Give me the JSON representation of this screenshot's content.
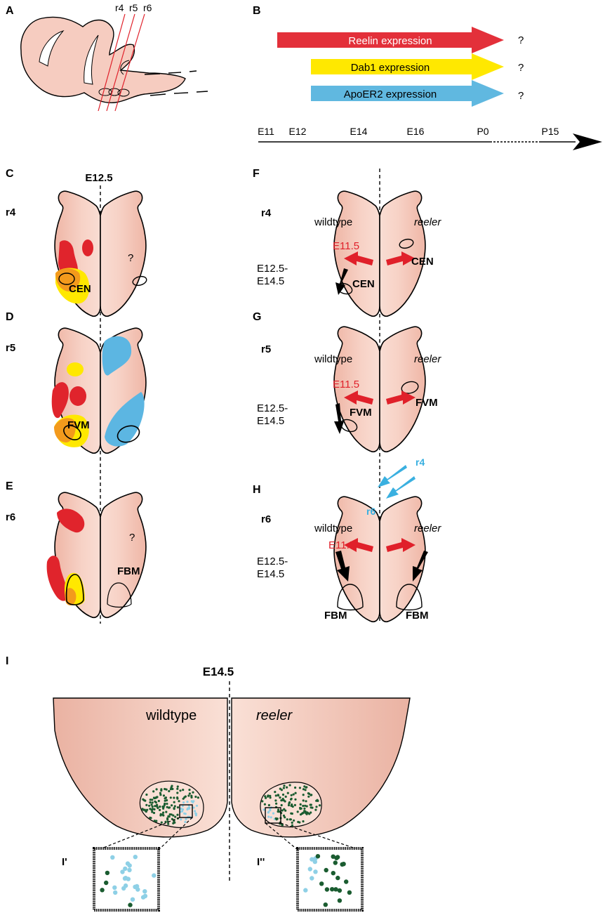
{
  "panels": {
    "A": "A",
    "B": "B",
    "C": "C",
    "D": "D",
    "E": "E",
    "F": "F",
    "G": "G",
    "H": "H",
    "I": "I",
    "Ip": "I'",
    "Ipp": "I''"
  },
  "panel_a": {
    "r4": "r4",
    "r5": "r5",
    "r6": "r6"
  },
  "panel_b": {
    "arrows": [
      {
        "label": "Reelin expression",
        "q": "?",
        "color": "#e3303a"
      },
      {
        "label": "Dab1 expression",
        "q": "?",
        "color": "#ffe800"
      },
      {
        "label": "ApoER2 expression",
        "q": "?",
        "color": "#60b8e0"
      }
    ],
    "timeline": [
      "E11",
      "E12",
      "E14",
      "E16",
      "P0",
      "P15"
    ]
  },
  "colors": {
    "tissue": "#f5cbbf",
    "red": "#e0242c",
    "yellow": "#ffe800",
    "orange": "#f39a1c",
    "blue": "#5cb6e2",
    "darkgreen": "#1a5c30",
    "lightblue": "#8ed0e6"
  },
  "labels": {
    "e125": "E12.5",
    "e145": "E14.5",
    "r4": "r4",
    "r5": "r5",
    "r6": "r6",
    "q": "?",
    "cen": "CEN",
    "fvm": "FVM",
    "fbm": "FBM",
    "wildtype": "wildtype",
    "reeler": "reeler",
    "e115": "E11.5",
    "e125_l1": "E12.5-",
    "e145_l2": "E14.5"
  }
}
